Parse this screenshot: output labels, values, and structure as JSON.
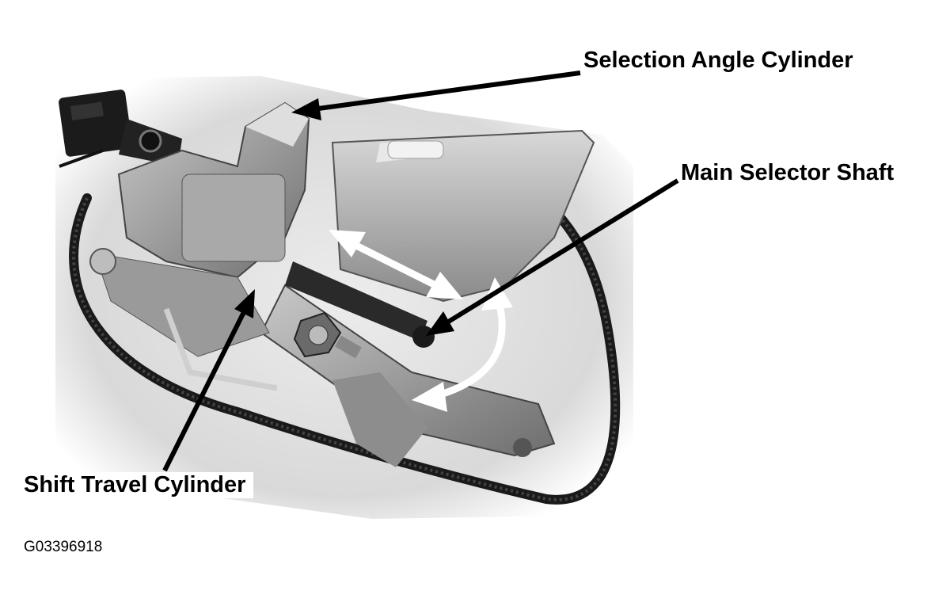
{
  "labels": {
    "selection_angle_cylinder": "Selection Angle Cylinder",
    "main_selector_shaft": "Main Selector Shaft",
    "shift_travel_cylinder": "Shift Travel Cylinder"
  },
  "figure_id": "G03396918"
}
